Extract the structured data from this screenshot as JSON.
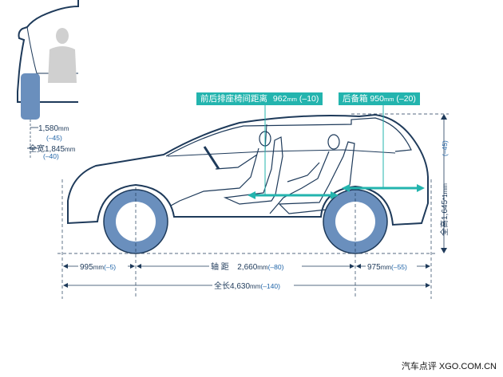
{
  "front_view": {
    "track_value": "1,580",
    "track_unit": "mm",
    "track_delta": "(–45)",
    "width_label": "全宽",
    "width_value": "1,845",
    "width_unit": "mm",
    "width_delta": "(–40)"
  },
  "side_view": {
    "rear_seat_label": "前后排座椅间距离",
    "rear_seat_value": "962",
    "rear_seat_unit": "mm",
    "rear_seat_delta": "(–10)",
    "trunk_label": "后备箱",
    "trunk_value": "950",
    "trunk_unit": "mm",
    "trunk_delta": "(–20)",
    "height_label": "全高",
    "height_value": "1,645",
    "height_note": "*1",
    "height_unit": "mm",
    "height_delta": "(–45)",
    "front_overhang_value": "995",
    "front_overhang_unit": "mm",
    "front_overhang_delta": "(–5)",
    "wheelbase_label": "轴  距",
    "wheelbase_value": "2,660",
    "wheelbase_unit": "mm",
    "wheelbase_delta": "(–80)",
    "rear_overhang_value": "975",
    "rear_overhang_unit": "mm",
    "rear_overhang_delta": "(–55)",
    "length_label": "全长",
    "length_value": "4,630",
    "length_unit": "mm",
    "length_delta": "(–140)"
  },
  "watermark": "汽车点评  XGO.COM.CN",
  "colors": {
    "outline": "#1e3a5a",
    "tire": "#6a8fbd",
    "accent": "#23b4ae",
    "delta": "#1f64a8",
    "silhouette": "#d0d0d0"
  }
}
